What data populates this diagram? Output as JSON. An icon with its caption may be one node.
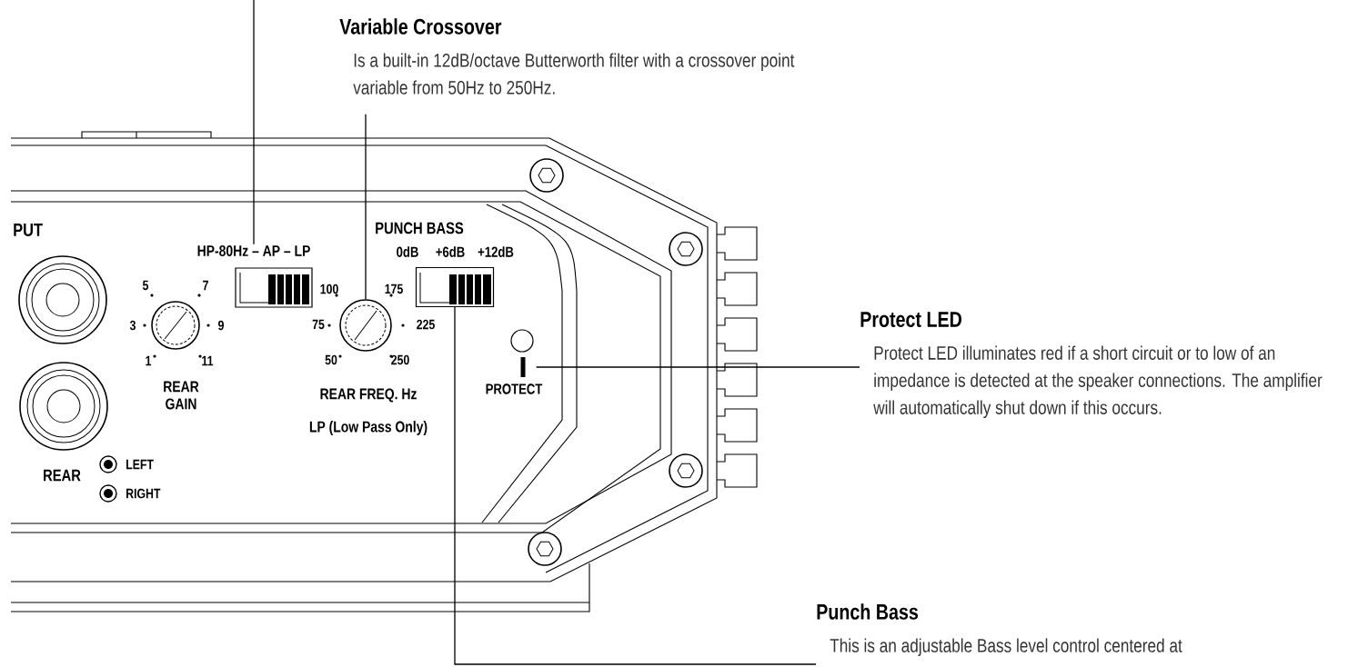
{
  "diagram": {
    "nodes": [
      {
        "text": [
          "Variable Crossover",
          "Is a built-in 12dB/octave Butterworth filter with a crossover point variable from 50Hz to 250Hz."
        ]
      },
      {
        "text": [],
        "shape": "circle"
      },
      {
        "text": [
          "Protect LED",
          "Protect LED illuminates red if a short circuit or to low of an impedance is detected at the speaker connections. The amplifier will automatically shut down if this occurs."
        ]
      },
      {
        "text": [],
        "shape": "bar"
      },
      {
        "text": [
          "Punch Bass",
          "This is an adjustable Bass level control centered at"
        ]
      },
      {
        "text": [],
        "shape": "box"
      },
      {
        "text": [
          "HP-80Hz – AP – LP"
        ]
      }
    ],
    "edges": [
      {
        "from": 0,
        "to": 1,
        "arrow": "none"
      },
      {
        "from": 2,
        "to": 3,
        "arrow": "none"
      },
      {
        "from": 4,
        "to": 5,
        "arrow": "none"
      },
      {
        "from": null,
        "to": 6,
        "arrow": "none"
      }
    ],
    "labels": [
      "PUT",
      "PUNCH BASS",
      "0dB",
      "+6dB",
      "+12dB",
      "5",
      "7",
      "100",
      "175",
      "3",
      "9",
      "75",
      "225",
      "1",
      "11",
      "50",
      "250",
      "REAR GAIN",
      "REAR FREQ. Hz",
      "LP (Low Pass Only)",
      "PROTECT",
      "REAR",
      "LEFT",
      "RIGHT"
    ]
  }
}
